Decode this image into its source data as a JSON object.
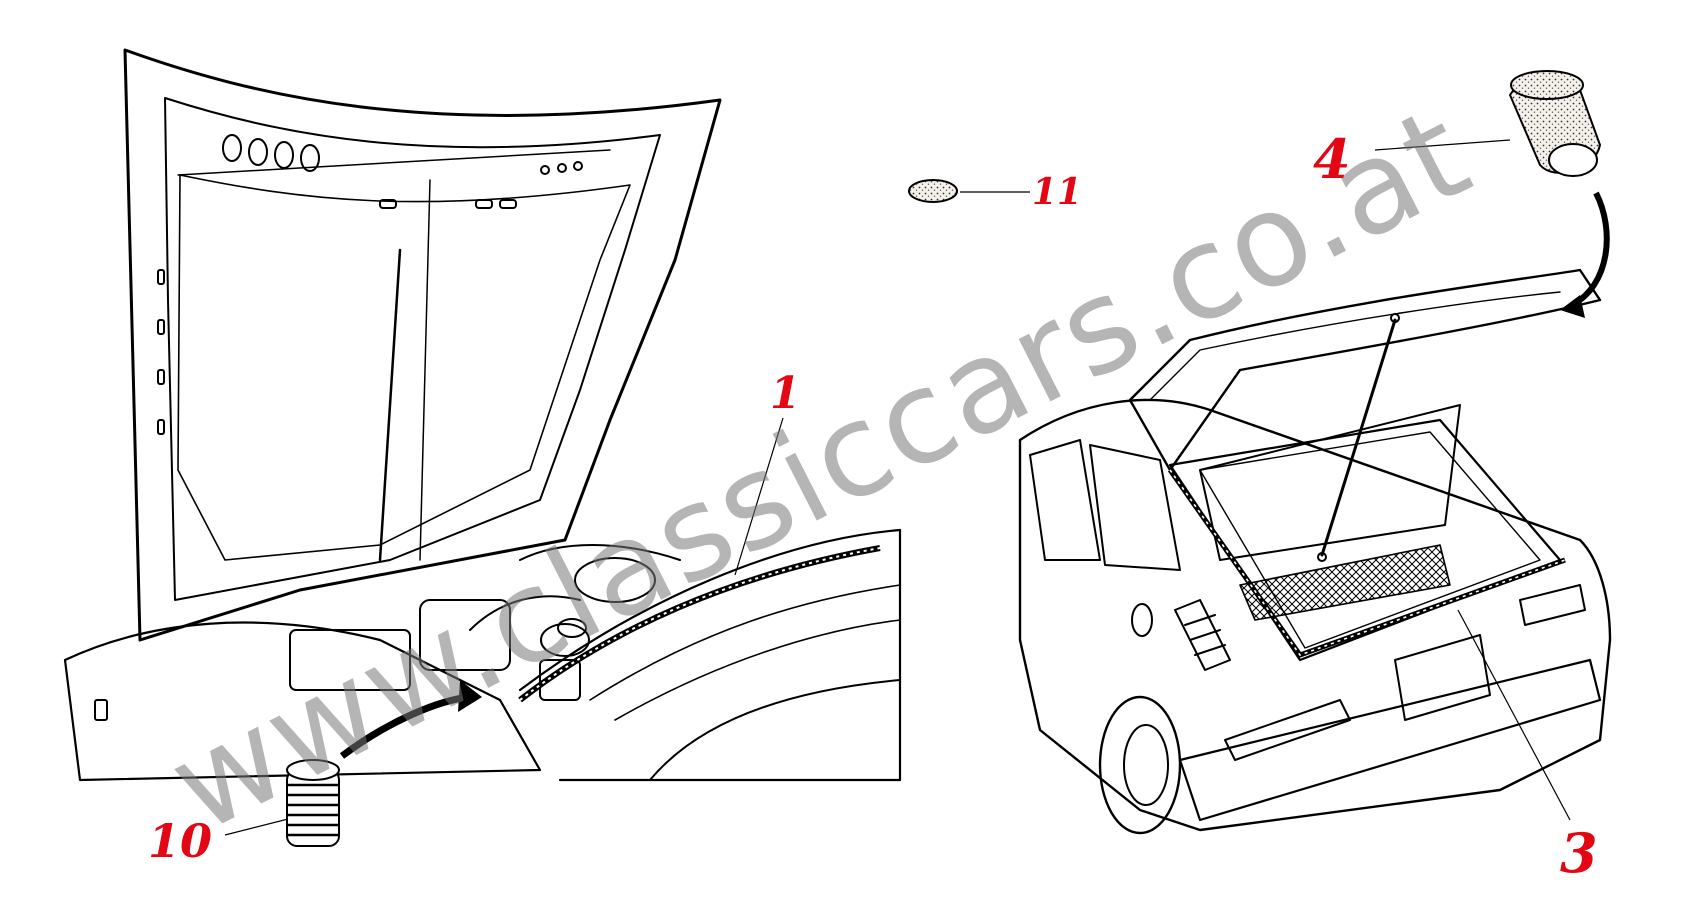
{
  "callouts": {
    "hood_seal": "1",
    "tailgate_seal": "3",
    "tailgate_bump_stop": "4",
    "hood_bump_stop": "10",
    "grommet": "11"
  },
  "watermark": {
    "text": "www.classiccars.co.at"
  },
  "colors": {
    "callout": "#e30613",
    "linework": "#000000",
    "watermark": "#8c8c8c"
  }
}
